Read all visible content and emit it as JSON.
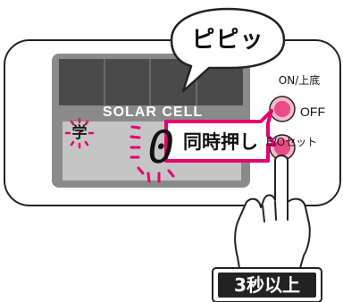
{
  "speech_bubble": {
    "text": "ピピッ"
  },
  "lcd": {
    "solar_cell_label": "SOLAR CELL",
    "mode_indicator": "学",
    "digit": "0"
  },
  "callout": {
    "text": "同時押し"
  },
  "buttons": {
    "on_off": {
      "label": "ON/上底",
      "state_label": "OFF"
    },
    "reset": {
      "label": "E/Oセット"
    }
  },
  "hold_badge": {
    "text": "3秒以上"
  },
  "colors": {
    "accent_pink": "#e6006f",
    "button_fill": "#f7b9cf",
    "button_core": "#e84b86",
    "lcd_bg": "#c5c5c5",
    "solar_panel": "#4a4a4a",
    "badge_bg": "#222222"
  },
  "icons": [
    "sparkle-icon",
    "pointing-hand-icon"
  ]
}
